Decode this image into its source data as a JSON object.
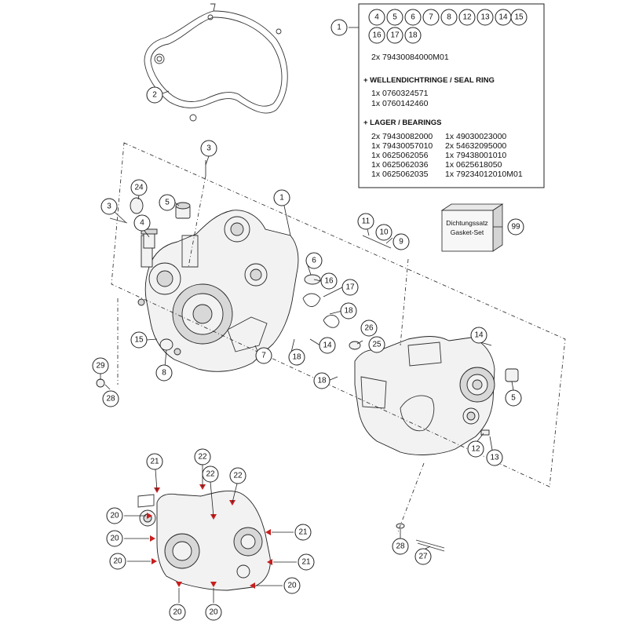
{
  "kit_box": {
    "circled_parts": [
      "4",
      "5",
      "6",
      "7",
      "8",
      "12",
      "13",
      "14",
      "15",
      "16",
      "17",
      "18"
    ],
    "screws": "2x 79430084000M01",
    "seal_heading": "+ WELLENDICHTRINGE /  SEAL RING",
    "seal_items": [
      "1x 0760324571",
      "1x 0760142460"
    ],
    "bearing_heading": "+ LAGER / BEARINGS",
    "bearing_col1": [
      "2x 79430082000",
      "1x 79430057010",
      "1x 0625062056",
      "1x 0625062036",
      "1x 0625062035"
    ],
    "bearing_col2": [
      "1x 49030023000",
      "2x 54632095000",
      "1x 79438001010",
      "1x 0625618050",
      "1x 79234012010M01"
    ]
  },
  "gasket_set": {
    "line1": "Dichtungssatz",
    "line2": "Gasket-Set"
  },
  "callouts": {
    "c1a": "1",
    "c1b": "1",
    "c2": "2",
    "c3a": "3",
    "c3b": "3",
    "c4": "4",
    "c5a": "5",
    "c5b": "5",
    "c6": "6",
    "c7": "7",
    "c8": "8",
    "c9": "9",
    "c10": "10",
    "c11": "11",
    "c12": "12",
    "c13": "13",
    "c14a": "14",
    "c14b": "14",
    "c15": "15",
    "c16": "16",
    "c17": "17",
    "c18a": "18",
    "c18b": "18",
    "c18c": "18",
    "c24": "24",
    "c25": "25",
    "c26": "26",
    "c27": "27",
    "c28a": "28",
    "c28b": "28",
    "c29": "29",
    "c99": "99",
    "c20a": "20",
    "c20b": "20",
    "c20c": "20",
    "c20d": "20",
    "c20e": "20",
    "c20f": "20",
    "c21a": "21",
    "c21b": "21",
    "c21c": "21",
    "c22a": "22",
    "c22b": "22",
    "c22c": "22"
  },
  "colors": {
    "ink": "#222222",
    "arrow": "#c81e1e",
    "box_fill": "#f2f2f2"
  }
}
